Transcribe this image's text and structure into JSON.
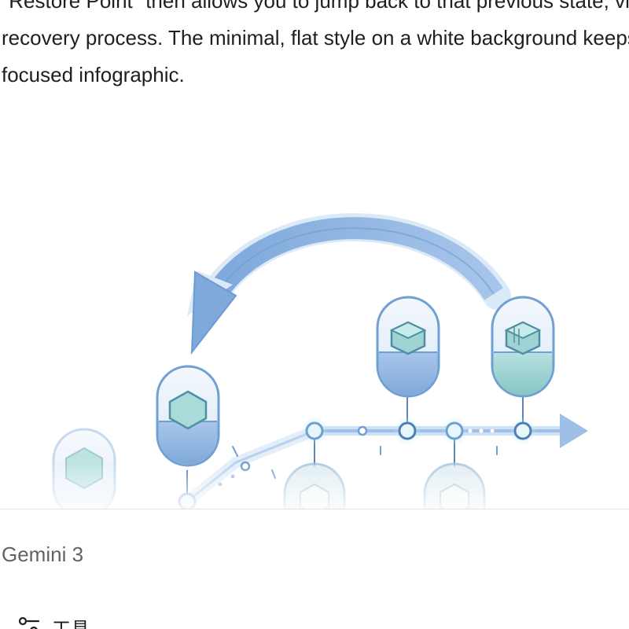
{
  "response": {
    "lines": [
      "\"Restore Point\" then allows you to jump back to that previous state, visualizing the",
      "recovery process. The minimal, flat style on a white background keeps it a clean,",
      "focused infographic."
    ]
  },
  "figure": {
    "style": "flat-infographic",
    "colors": {
      "primary_blue": "#9bbde3",
      "stroke_blue": "#6f9fd3",
      "teal_fill": "#a9dbd8",
      "glow": "#c9ecf5",
      "background": "#ffffff"
    }
  },
  "footer": {
    "model_label": "Gemini 3",
    "tools_label": "工具",
    "tools_icon": "tune-icon"
  }
}
